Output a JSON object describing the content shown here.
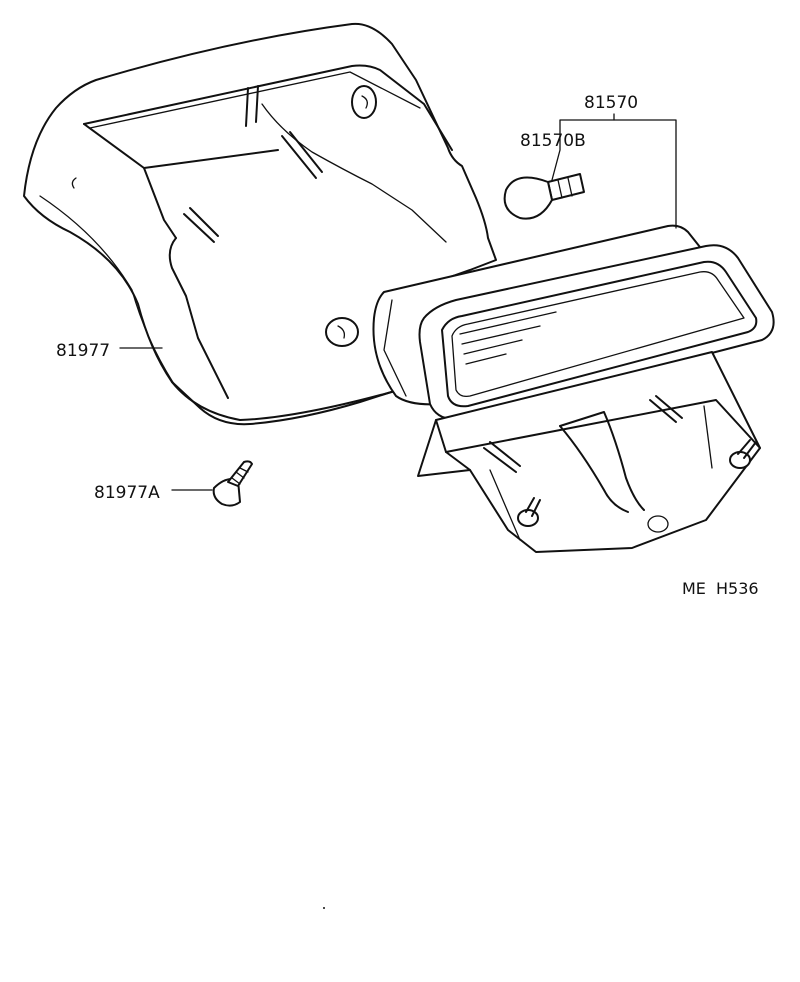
{
  "parts": {
    "stop_lamp_assy": "81570",
    "bulb": "81570B",
    "cover": "81977",
    "clip": "81977A"
  },
  "diagram_code": {
    "prefix": "ME",
    "number": "H536"
  }
}
